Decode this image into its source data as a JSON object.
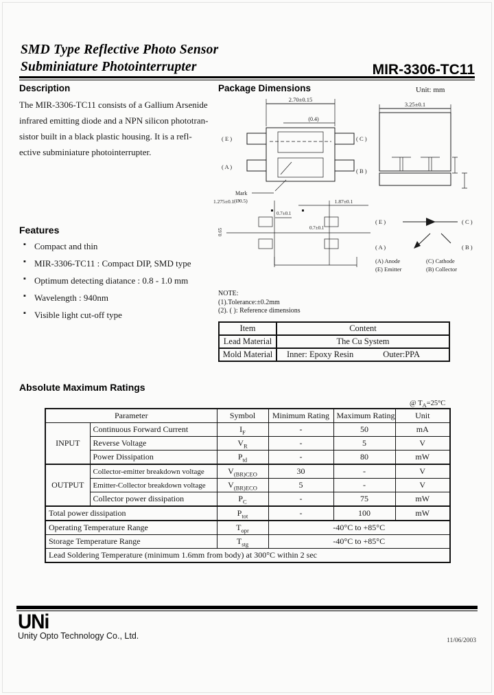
{
  "header": {
    "title_line1": "SMD Type Reflective Photo Sensor",
    "title_line2": "Subminiature Photointerrupter",
    "part_number": "MIR-3306-TC11"
  },
  "description": {
    "heading": "Description",
    "lines": [
      "The MIR-3306-TC11 consists of a Gallium Arsenide",
      "infrared emitting diode and a NPN silicon phototran-",
      "sistor built in a black plastic housing. It is a  refl-",
      "ective subminiature photointerrupter."
    ]
  },
  "features": {
    "heading": "Features",
    "items": [
      "Compact and thin",
      "MIR-3306-TC11 : Compact DIP, SMD type",
      "Optimum detecting diatance : 0.8 - 1.0 mm",
      "Wavelength : 940nm",
      "Visible light cut-off type"
    ]
  },
  "package": {
    "heading": "Package Dimensions",
    "unit_label": "Unit: mm",
    "labels": {
      "dim_body_width": "2.70±0.15",
      "dim_ref": "(0.4)",
      "dim_side": "3.25±0.1",
      "pin_e": "( E )",
      "pin_c": "( C )",
      "pin_a": "( A )",
      "pin_b": "( B )",
      "mark": "Mark",
      "mark_dia": "(Ø0.5)",
      "dim_pitch": "1.275±0.1",
      "dim_pad_w1": "0.7±0.1",
      "dim_pad_w2": "0.7±0.1",
      "dim_span": "1.87±0.1",
      "dim_height": "0.65"
    },
    "note": {
      "title": "NOTE:",
      "line1": "(1).Tolerance:±0.2mm",
      "line2": "(2). (  ): Reference dimensions"
    }
  },
  "circuit": {
    "legend": [
      "(A) Anode",
      "(C) Cathode",
      "(E) Emitter",
      "(B) Collector"
    ]
  },
  "materials": {
    "headers": {
      "item": "Item",
      "content": "Content"
    },
    "lead": {
      "item": "Lead Material",
      "content": "The Cu System"
    },
    "mold": {
      "item": "Mold Material",
      "inner": "Inner: Epoxy Resin",
      "outer": "Outer:PPA"
    }
  },
  "ratings": {
    "heading": "Absolute Maximum Ratings",
    "condition": {
      "pre": "@ T",
      "sub": "A",
      "post": "=25°C"
    },
    "headers": {
      "parameter": "Parameter",
      "symbol": "Symbol",
      "min": "Minimum Rating",
      "max": "Maximum Rating",
      "unit": "Unit"
    },
    "groups": {
      "input": "INPUT",
      "output": "OUTPUT"
    },
    "rows": [
      {
        "param": "Continuous Forward Current",
        "sym": "I",
        "sub": "F",
        "min": "-",
        "max": "50",
        "unit": "mA"
      },
      {
        "param": "Reverse Voltage",
        "sym": "V",
        "sub": "R",
        "min": "-",
        "max": "5",
        "unit": "V"
      },
      {
        "param": "Power Dissipation",
        "sym": "P",
        "sub": "td",
        "min": "-",
        "max": "80",
        "unit": "mW"
      },
      {
        "param": "Collector-emitter breakdown voltage",
        "sym": "V",
        "sub": "(BR)CEO",
        "min": "30",
        "max": "-",
        "unit": "V"
      },
      {
        "param": "Emitter-Collector breakdown voltage",
        "sym": "V",
        "sub": "(BR)ECO",
        "min": "5",
        "max": "-",
        "unit": "V"
      },
      {
        "param": "Collector power dissipation",
        "sym": "P",
        "sub": "C",
        "min": "-",
        "max": "75",
        "unit": "mW"
      },
      {
        "param": "Total power dissipation",
        "sym": "P",
        "sub": "tot",
        "min": "-",
        "max": "100",
        "unit": "mW"
      },
      {
        "param": "Operating Temperature Range",
        "sym": "T",
        "sub": "opr",
        "value": "-40°C to +85°C"
      },
      {
        "param": "Storage Temperature Range",
        "sym": "T",
        "sub": "stg",
        "value": "-40°C to +85°C"
      }
    ],
    "footnote": "Lead Soldering Temperature (minimum 1.6mm from body) at 300°C within 2 sec"
  },
  "footer": {
    "logo": "UNi",
    "company": "Unity Opto Technology Co., Ltd.",
    "date": "11/06/2003"
  }
}
